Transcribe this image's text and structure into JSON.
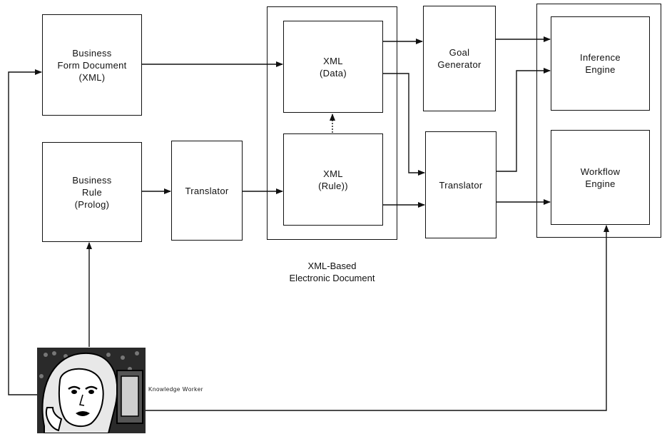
{
  "nodes": {
    "business_form": "Business\nForm Document\n(XML)",
    "business_rule": "Business\nRule\n(Prolog)",
    "translator_left": "Translator",
    "xml_data": "XML\n(Data)",
    "xml_rule": "XML\n(Rule))",
    "goal_generator": "Goal\nGenerator",
    "translator_right": "Translator",
    "inference_engine": "Inference\nEngine",
    "workflow_engine": "Workflow\nEngine"
  },
  "group_caption": "XML-Based\nElectronic Document",
  "actor": {
    "label": "Knowledge Worker",
    "icon": "knowledge-worker-icon"
  }
}
